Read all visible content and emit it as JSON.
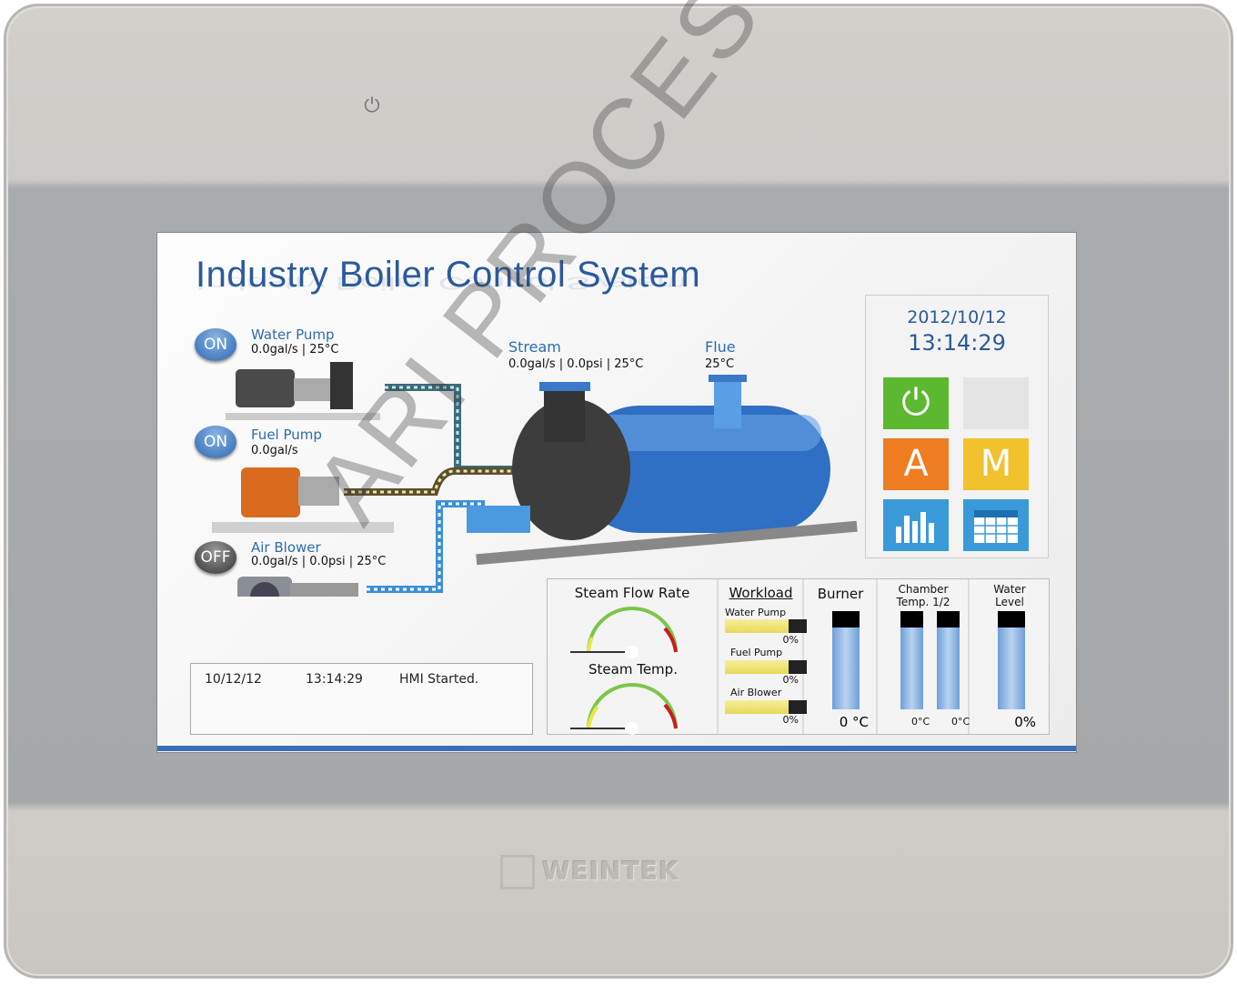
{
  "device": {
    "brand": "WEINTEK",
    "power_icon": "power-icon"
  },
  "screen": {
    "title": "Industry Boiler Control System",
    "pumps": [
      {
        "name": "Water Pump",
        "status": "ON",
        "readout": "0.0gal/s | 25°C"
      },
      {
        "name": "Fuel Pump",
        "status": "ON",
        "readout": "0.0gal/s"
      },
      {
        "name": "Air Blower",
        "status": "OFF",
        "readout": "0.0gal/s | 0.0psi | 25°C"
      }
    ],
    "stream": {
      "label": "Stream",
      "readout": "0.0gal/s | 0.0psi | 25°C"
    },
    "flue": {
      "label": "Flue",
      "readout": "25°C"
    },
    "date": "2012/10/12",
    "time": "13:14:29",
    "buttons": [
      {
        "name": "power",
        "label": "⏻",
        "color": "#5cb82e"
      },
      {
        "name": "blank",
        "label": "",
        "color": "#e4e4e4"
      },
      {
        "name": "auto",
        "label": "A",
        "color": "#ef7d22"
      },
      {
        "name": "manual",
        "label": "M",
        "color": "#f2c12e"
      },
      {
        "name": "chart",
        "label": "",
        "color": "#3a9ad9"
      },
      {
        "name": "calendar",
        "label": "",
        "color": "#3a9ad9"
      }
    ],
    "log": {
      "date": "10/12/12",
      "time": "13:14:29",
      "message": "HMI Started."
    },
    "gauges": {
      "flow_title": "Steam Flow Rate",
      "temp_title": "Steam Temp."
    },
    "workload": {
      "title": "Workload",
      "items": [
        {
          "label": "Water Pump",
          "value": "0%"
        },
        {
          "label": "Fuel Pump",
          "value": "0%"
        },
        {
          "label": "Air Blower",
          "value": "0%"
        }
      ]
    },
    "burner": {
      "title": "Burner",
      "value": "0 °C"
    },
    "chamber": {
      "title": "Chamber Temp. 1/2",
      "value1": "0°C",
      "value2": "0°C"
    },
    "water_level": {
      "title": "Water Level",
      "value": "0%"
    }
  },
  "watermark": "ARI PROCES"
}
